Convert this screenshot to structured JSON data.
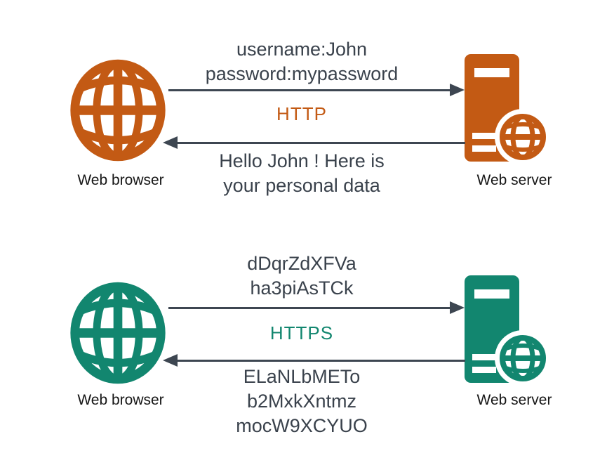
{
  "colors": {
    "background": "#FFFFFF",
    "http_accent": "#C35A14",
    "https_accent": "#12866F",
    "arrow": "#3D4651",
    "message_text": "#3A424C",
    "label_text": "#151515"
  },
  "icons": {
    "browser": "globe-icon",
    "server": "server-tower-with-globe-icon"
  },
  "sections": [
    {
      "protocol": "HTTP",
      "browser_label": "Web browser",
      "server_label": "Web server",
      "request_lines": [
        "username:John",
        "password:mypassword"
      ],
      "response_lines": [
        "Hello John ! Here is",
        "your personal data"
      ]
    },
    {
      "protocol": "HTTPS",
      "browser_label": "Web browser",
      "server_label": "Web server",
      "request_lines": [
        "dDqrZdXFVa",
        "ha3piAsTCk"
      ],
      "response_lines": [
        "ELaNLbMETo",
        "b2MxkXntmz",
        "mocW9XCYUO"
      ]
    }
  ]
}
